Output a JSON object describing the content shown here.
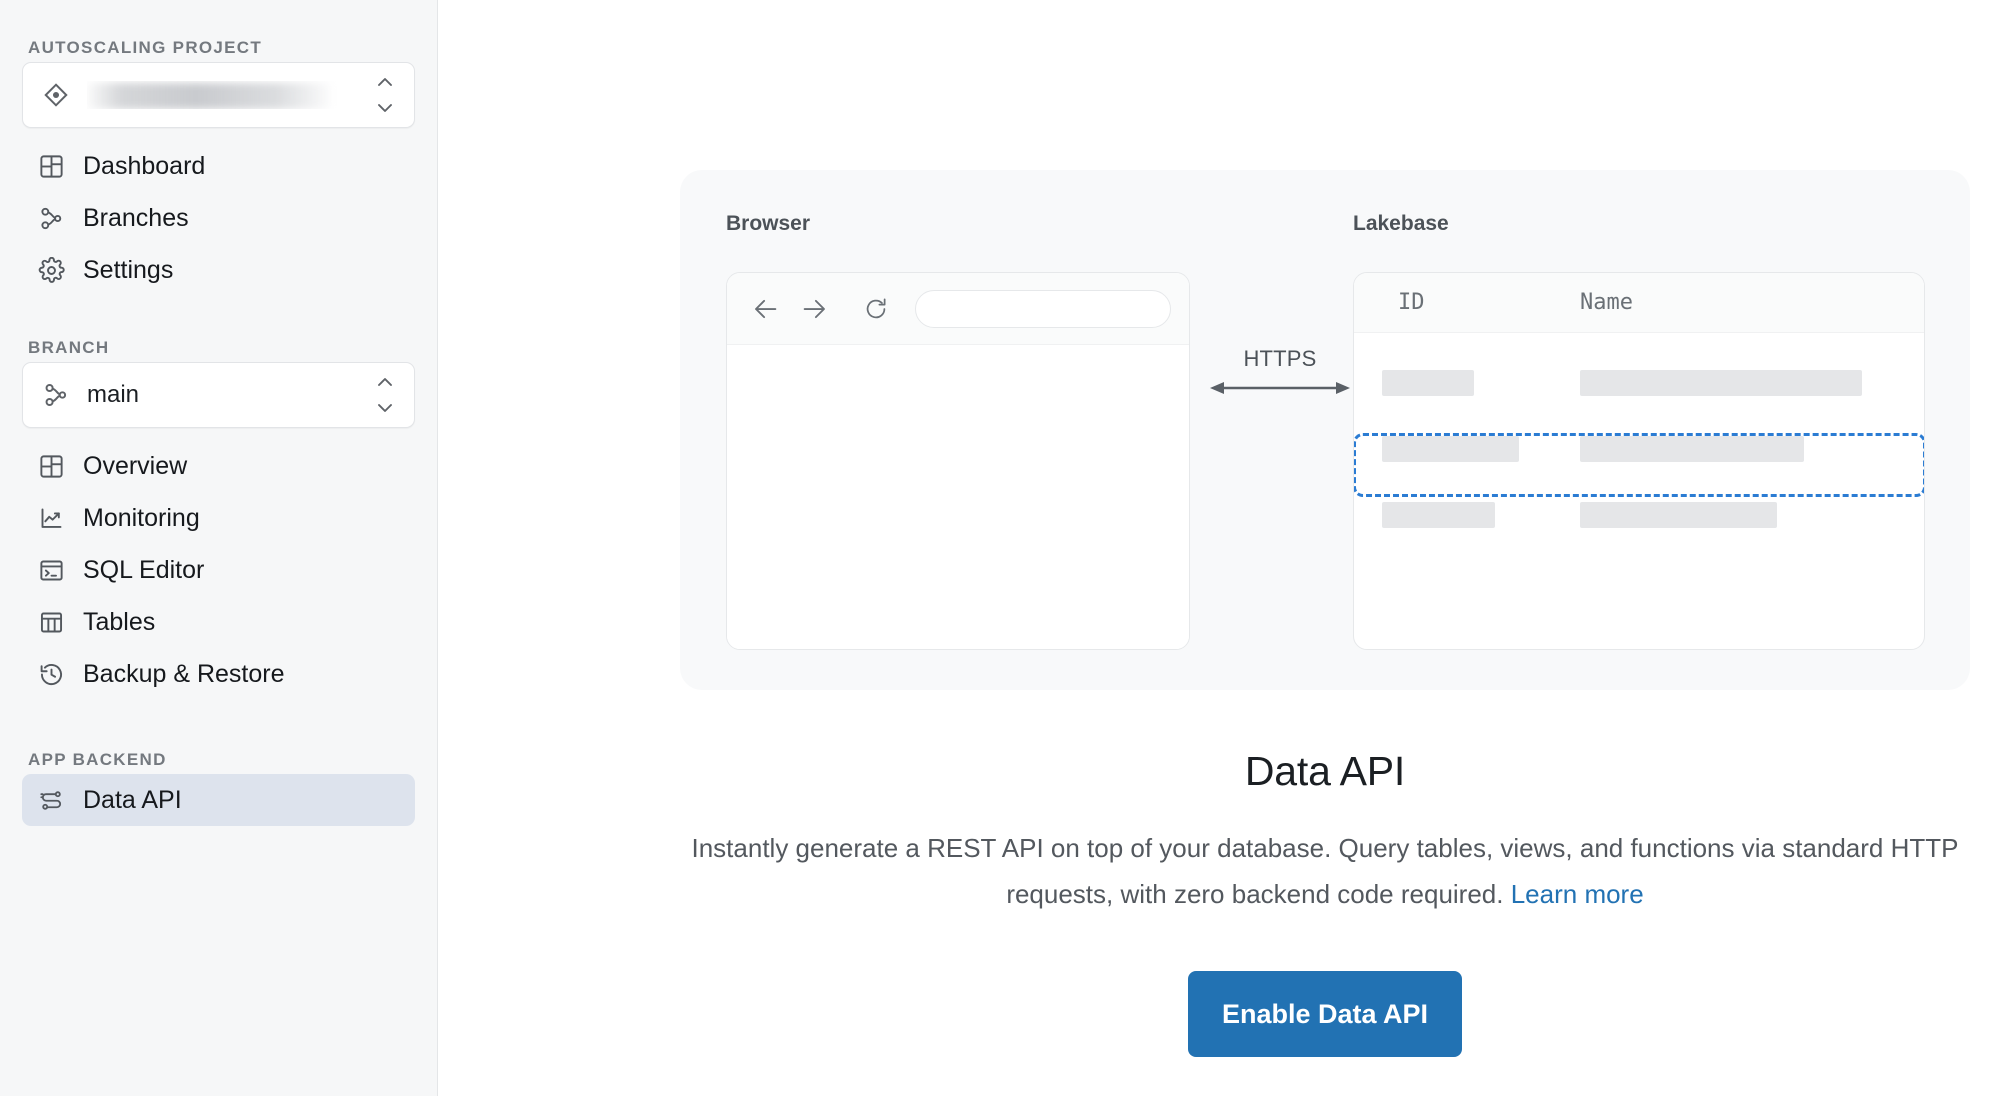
{
  "sidebar": {
    "project_section_label": "AUTOSCALING PROJECT",
    "project_selector": {
      "icon": "project-diamond-icon",
      "value": "",
      "redacted": true,
      "stepper_icon": "chevron-up-down-icon"
    },
    "project_nav": [
      {
        "label": "Dashboard",
        "icon": "dashboard-grid-icon",
        "active": false
      },
      {
        "label": "Branches",
        "icon": "branch-icon",
        "active": false
      },
      {
        "label": "Settings",
        "icon": "gear-icon",
        "active": false
      }
    ],
    "branch_section_label": "BRANCH",
    "branch_selector": {
      "icon": "branch-icon",
      "value": "main",
      "stepper_icon": "chevron-up-down-icon"
    },
    "branch_nav": [
      {
        "label": "Overview",
        "icon": "dashboard-grid-icon",
        "active": false
      },
      {
        "label": "Monitoring",
        "icon": "line-chart-icon",
        "active": false
      },
      {
        "label": "SQL Editor",
        "icon": "terminal-icon",
        "active": false
      },
      {
        "label": "Tables",
        "icon": "table-icon",
        "active": false
      },
      {
        "label": "Backup & Restore",
        "icon": "history-clock-icon",
        "active": false
      }
    ],
    "app_backend_section_label": "APP BACKEND",
    "app_backend_nav": [
      {
        "label": "Data API",
        "icon": "data-api-icon",
        "active": true
      }
    ]
  },
  "hero": {
    "browser_panel_title": "Browser",
    "lakebase_panel_title": "Lakebase",
    "browser_controls": {
      "back_icon": "arrow-left-icon",
      "forward_icon": "arrow-right-icon",
      "reload_icon": "reload-icon",
      "url_value": ""
    },
    "connection_label": "HTTPS",
    "table": {
      "columns": [
        "ID",
        "Name"
      ],
      "rows": [
        {
          "id_width": 92,
          "name_width": 282,
          "highlighted": false
        },
        {
          "id_width": 137,
          "name_width": 224,
          "highlighted": true
        },
        {
          "id_width": 113,
          "name_width": 197,
          "highlighted": false
        }
      ],
      "highlight_color": "#2b7cd3"
    }
  },
  "main": {
    "heading": "Data API",
    "description_part1": "Instantly generate a REST API on top of your database. Query tables, views, and functions via standard HTTP requests, with zero backend code required. ",
    "learn_more_label": "Learn more",
    "cta_label": "Enable Data API"
  },
  "colors": {
    "accent": "#2272b3",
    "sidebar_bg": "#f6f7f8",
    "active_nav_bg": "#dde3ed",
    "hero_bg": "#f8f9fa",
    "placeholder": "#e5e6e8"
  }
}
